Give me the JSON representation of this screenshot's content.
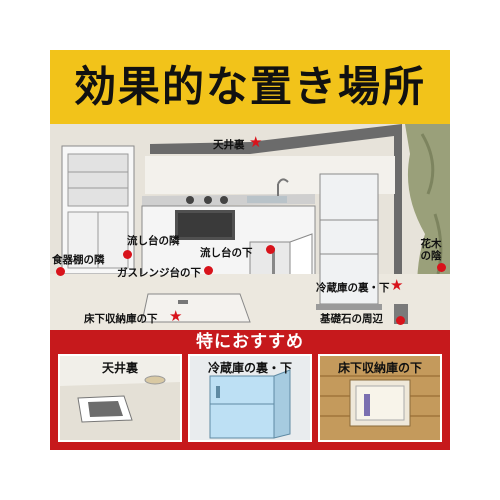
{
  "banner": {
    "title": "効果的な置き場所"
  },
  "scene": {
    "labels": {
      "ceiling": "天井裏",
      "sink_side": "流し台の隣",
      "cupboard_side": "食器棚の隣",
      "under_sink": "流し台の下",
      "under_stove": "ガスレンジ台の下",
      "flower_tree": "花木の陰",
      "fridge_back": "冷蔵庫の裏・下",
      "floor_storage": "床下収納庫の下",
      "foundation": "基礎石の周辺"
    }
  },
  "recommend": {
    "title": "特におすすめ",
    "cards": [
      "天井裏",
      "冷蔵庫の裏・下",
      "床下収納庫の下"
    ]
  },
  "colors": {
    "banner": "#f2c31a",
    "red": "#c6191c",
    "marker": "#d8131b"
  }
}
